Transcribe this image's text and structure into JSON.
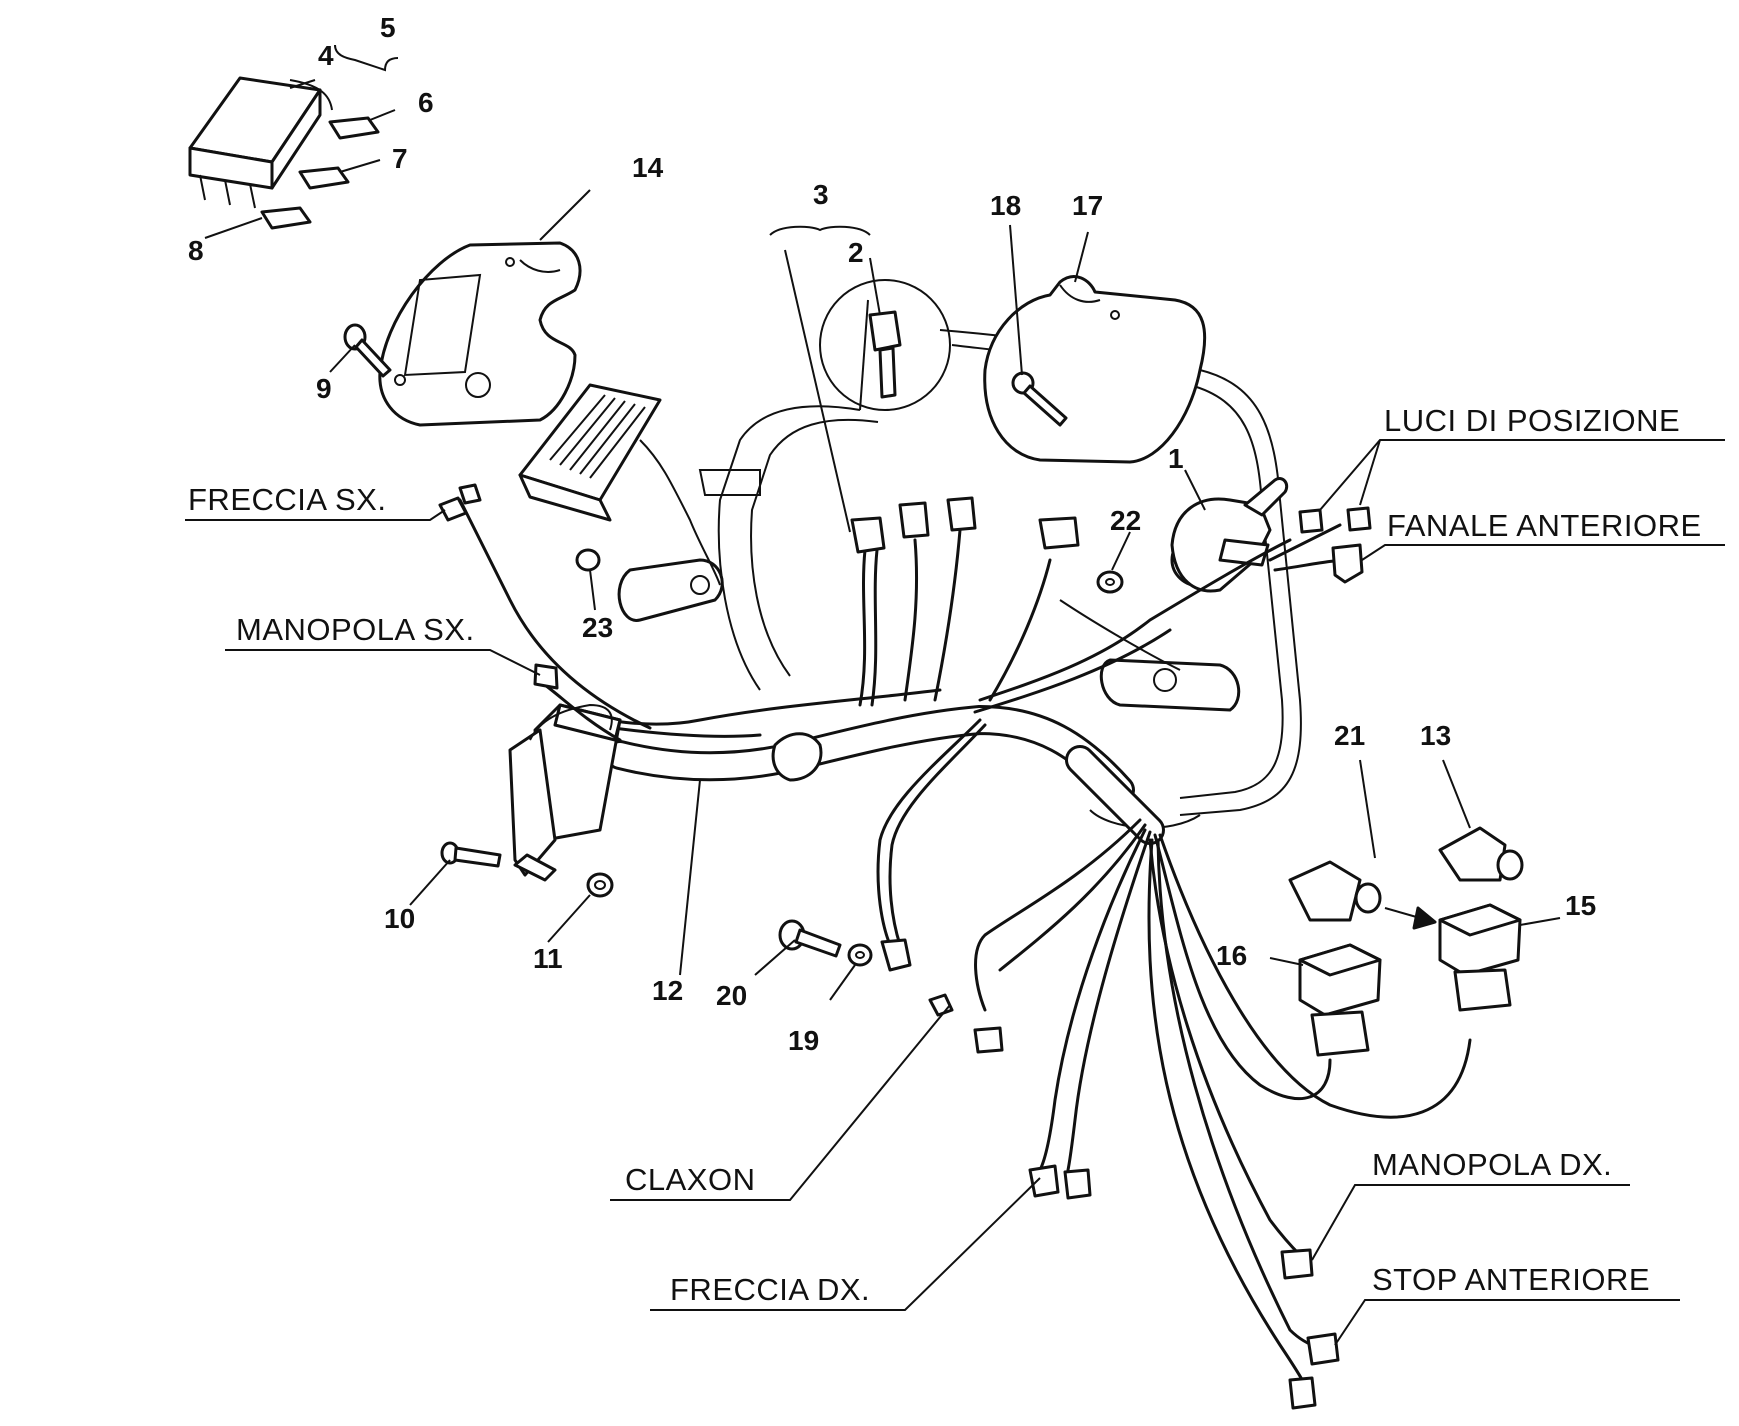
{
  "diagram": {
    "labels": {
      "luci_posizione": "LUCI DI POSIZIONE",
      "fanale_anteriore": "FANALE ANTERIORE",
      "freccia_sx": "FRECCIA SX.",
      "manopola_sx": "MANOPOLA SX.",
      "claxon": "CLAXON",
      "freccia_dx": "FRECCIA DX.",
      "manopola_dx": "MANOPOLA DX.",
      "stop_anteriore": "STOP ANTERIORE"
    },
    "part_numbers": {
      "p1": "1",
      "p2": "2",
      "p3": "3",
      "p4": "4",
      "p5": "5",
      "p6": "6",
      "p7": "7",
      "p8": "8",
      "p9": "9",
      "p10": "10",
      "p11": "11",
      "p12": "12",
      "p13": "13",
      "p14": "14",
      "p15": "15",
      "p16": "16",
      "p17": "17",
      "p18": "18",
      "p19": "19",
      "p20": "20",
      "p21": "21",
      "p22": "22",
      "p23": "23"
    }
  }
}
